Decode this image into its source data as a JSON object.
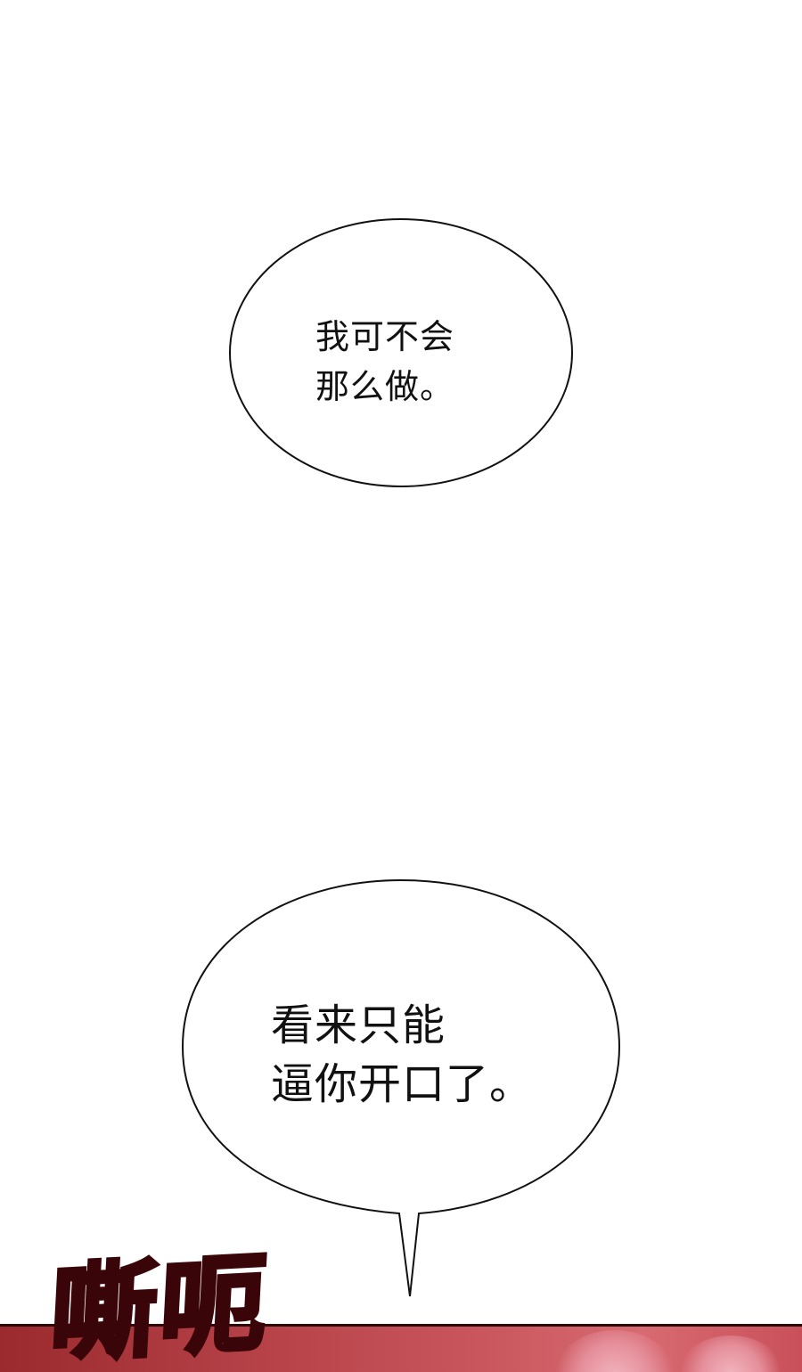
{
  "panels": {
    "bubble_1": {
      "lines": [
        "我可不会",
        "那么做。"
      ]
    },
    "bubble_2": {
      "lines": [
        "看来只能",
        "逼你开口了。"
      ]
    },
    "sound_effect": {
      "text": "嘶呃"
    }
  },
  "colors": {
    "background": "#ffffff",
    "bubble_stroke": "#111111",
    "text": "#111111",
    "scene_red": "#b8444a"
  }
}
